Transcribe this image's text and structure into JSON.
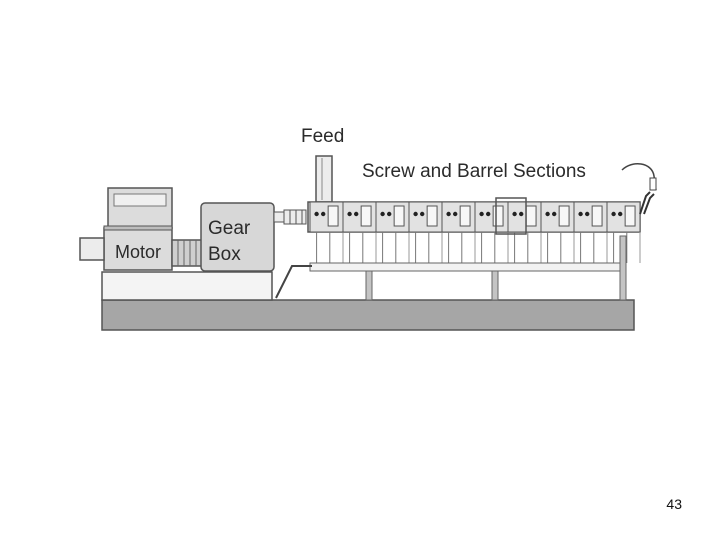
{
  "diagram": {
    "labels": {
      "feed": "Feed",
      "screw_barrel": "Screw and Barrel Sections",
      "motor": "Motor",
      "gearbox_line1": "Gear",
      "gearbox_line2": "Box"
    },
    "barrel_section_count": 10
  },
  "page": {
    "number": "43"
  }
}
